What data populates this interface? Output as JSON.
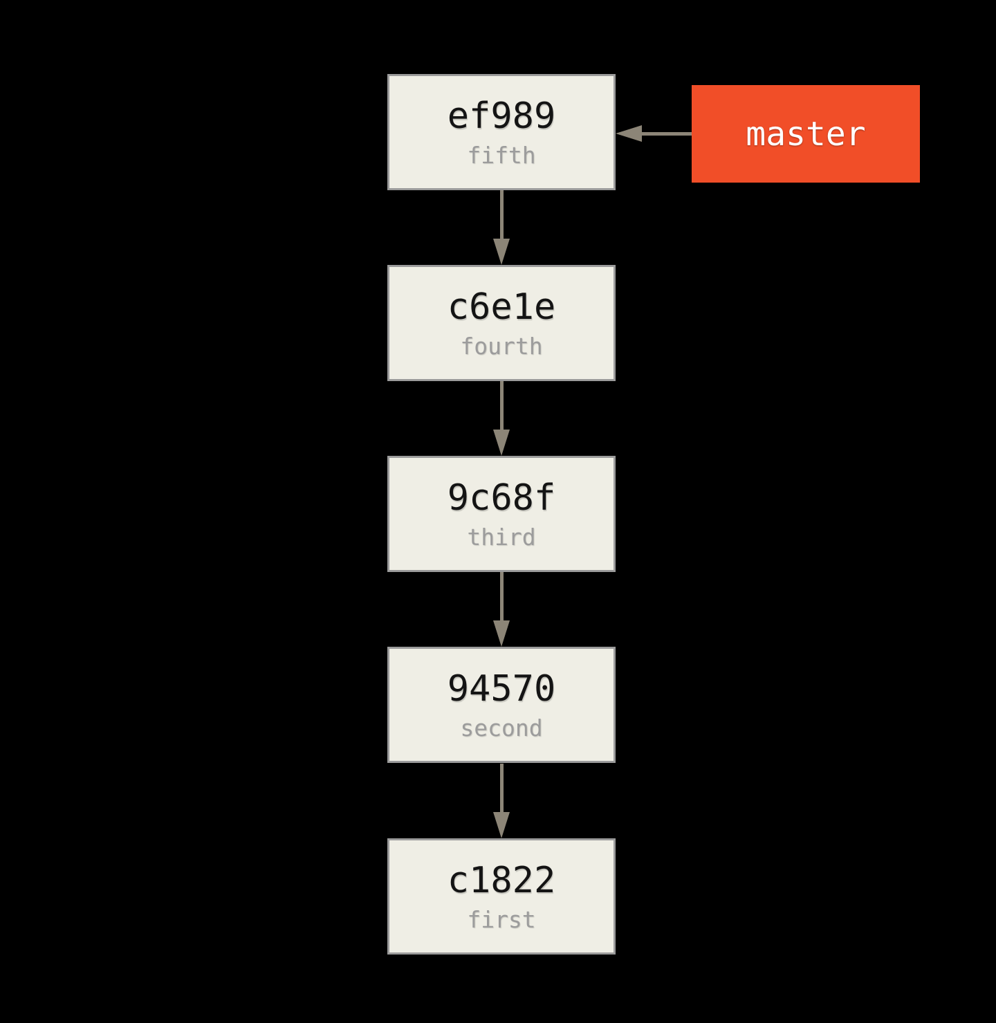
{
  "branch": {
    "label": "master"
  },
  "commits": [
    {
      "hash": "ef989",
      "message": "fifth"
    },
    {
      "hash": "c6e1e",
      "message": "fourth"
    },
    {
      "hash": "9c68f",
      "message": "third"
    },
    {
      "hash": "94570",
      "message": "second"
    },
    {
      "hash": "c1822",
      "message": "first"
    }
  ],
  "colors": {
    "background": "#000000",
    "node_fill": "#EFEEE5",
    "node_border": "#9B9B9B",
    "arrow": "#8C8577",
    "hash_text": "#141414",
    "message_text": "#9C9C9C",
    "branch_fill": "#F14E28",
    "branch_text": "#FFFFFF"
  }
}
